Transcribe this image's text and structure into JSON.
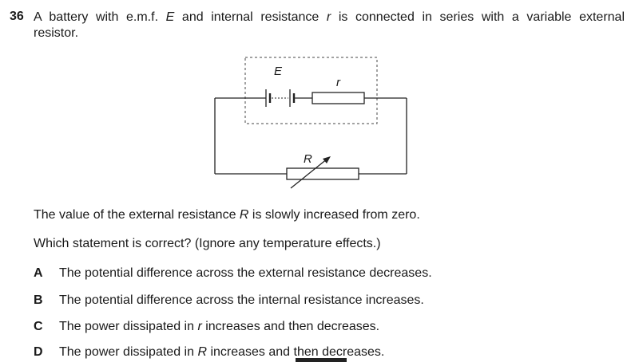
{
  "question": {
    "number": "36",
    "stem_line1_a": "A battery with e.m.f. ",
    "stem_line1_E": "E",
    "stem_line1_b": " and internal resistance ",
    "stem_line1_r": "r",
    "stem_line1_c": " is connected in series with a variable external",
    "stem_line2": "resistor."
  },
  "circuit": {
    "label_emf": "E",
    "label_internal": "r",
    "label_external": "R"
  },
  "body": {
    "p1_a": "The value of the external resistance ",
    "p1_R": "R",
    "p1_b": " is slowly increased from zero.",
    "p2": "Which statement is correct? (Ignore any temperature effects.)"
  },
  "options": [
    {
      "letter": "A",
      "text": "The potential difference across the external resistance decreases."
    },
    {
      "letter": "B",
      "text": "The potential difference across the internal resistance increases."
    },
    {
      "letter": "C",
      "text_a": "The power dissipated in ",
      "var": "r",
      "text_b": " increases and then decreases."
    },
    {
      "letter": "D",
      "text_a": "The power dissipated in ",
      "var": "R",
      "text_b": " increases and then decreases."
    }
  ]
}
